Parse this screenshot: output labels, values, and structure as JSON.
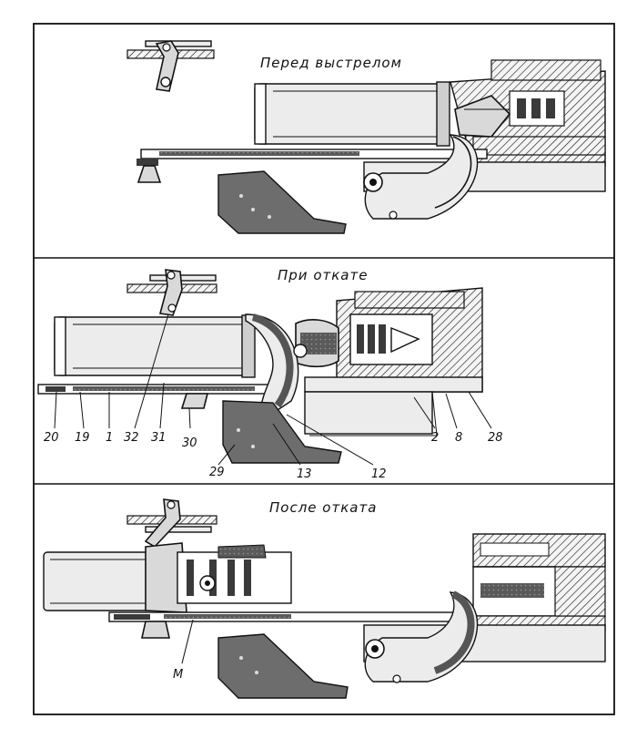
{
  "panels": [
    {
      "caption": "Перед выстрелом",
      "labels": []
    },
    {
      "caption": "При откате",
      "labels": [
        "20",
        "19",
        "1",
        "32",
        "31",
        "30",
        "2",
        "8",
        "28",
        "29",
        "13",
        "12"
      ]
    },
    {
      "caption": "После отката",
      "labels": [
        "М"
      ]
    }
  ],
  "colors": {
    "ink": "#111111",
    "paper": "#ffffff",
    "fill": "#d9d9d9",
    "dark": "#3a3a3a"
  }
}
